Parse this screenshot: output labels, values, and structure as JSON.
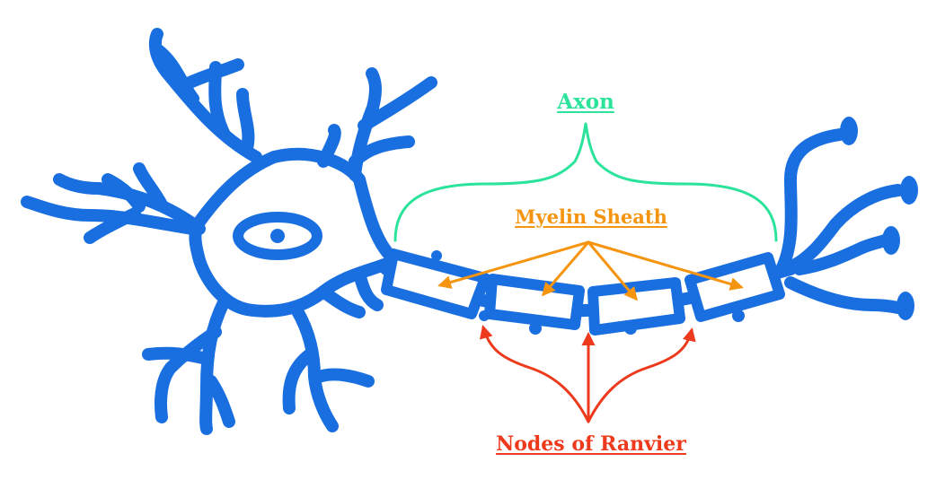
{
  "labels": {
    "axon": "Axon",
    "myelin_sheath": "Myelin Sheath",
    "nodes_of_ranvier": "Nodes of Ranvier"
  },
  "colors": {
    "neuron": "#1a6fe0",
    "axon": "#2be39a",
    "myelin_sheath": "#f5940f",
    "nodes_of_ranvier": "#ee3a1c",
    "background": "#ffffff"
  }
}
